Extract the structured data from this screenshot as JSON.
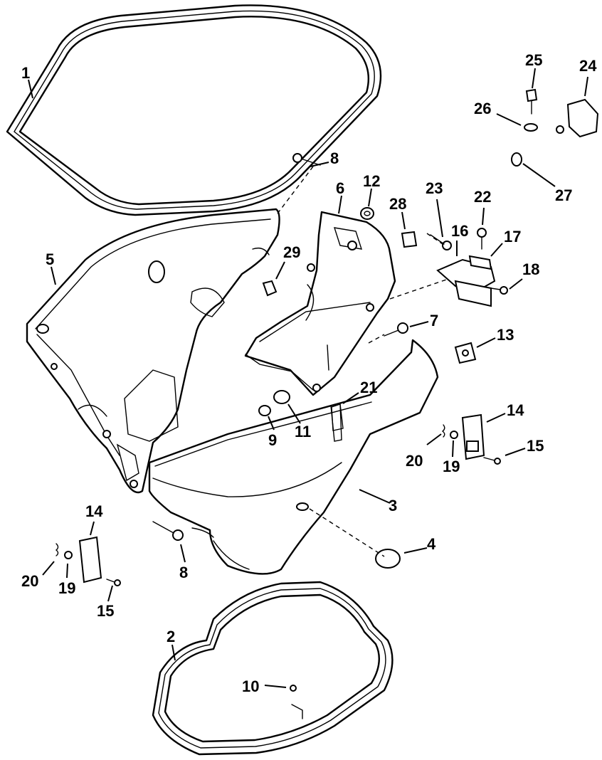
{
  "callouts": [
    {
      "id": "c1",
      "text": "1"
    },
    {
      "id": "c2",
      "text": "2"
    },
    {
      "id": "c3",
      "text": "3"
    },
    {
      "id": "c4",
      "text": "4"
    },
    {
      "id": "c5",
      "text": "5"
    },
    {
      "id": "c6",
      "text": "6"
    },
    {
      "id": "c7",
      "text": "7"
    },
    {
      "id": "c8a",
      "text": "8"
    },
    {
      "id": "c8b",
      "text": "8"
    },
    {
      "id": "c9",
      "text": "9"
    },
    {
      "id": "c10",
      "text": "10"
    },
    {
      "id": "c11",
      "text": "11"
    },
    {
      "id": "c12",
      "text": "12"
    },
    {
      "id": "c13",
      "text": "13"
    },
    {
      "id": "c14a",
      "text": "14"
    },
    {
      "id": "c14b",
      "text": "14"
    },
    {
      "id": "c15a",
      "text": "15"
    },
    {
      "id": "c15b",
      "text": "15"
    },
    {
      "id": "c16",
      "text": "16"
    },
    {
      "id": "c17",
      "text": "17"
    },
    {
      "id": "c18",
      "text": "18"
    },
    {
      "id": "c19a",
      "text": "19"
    },
    {
      "id": "c19b",
      "text": "19"
    },
    {
      "id": "c20a",
      "text": "20"
    },
    {
      "id": "c20b",
      "text": "20"
    },
    {
      "id": "c21",
      "text": "21"
    },
    {
      "id": "c22",
      "text": "22"
    },
    {
      "id": "c23",
      "text": "23"
    },
    {
      "id": "c24",
      "text": "24"
    },
    {
      "id": "c25",
      "text": "25"
    },
    {
      "id": "c26",
      "text": "26"
    },
    {
      "id": "c27",
      "text": "27"
    },
    {
      "id": "c28",
      "text": "28"
    },
    {
      "id": "c29",
      "text": "29"
    }
  ]
}
